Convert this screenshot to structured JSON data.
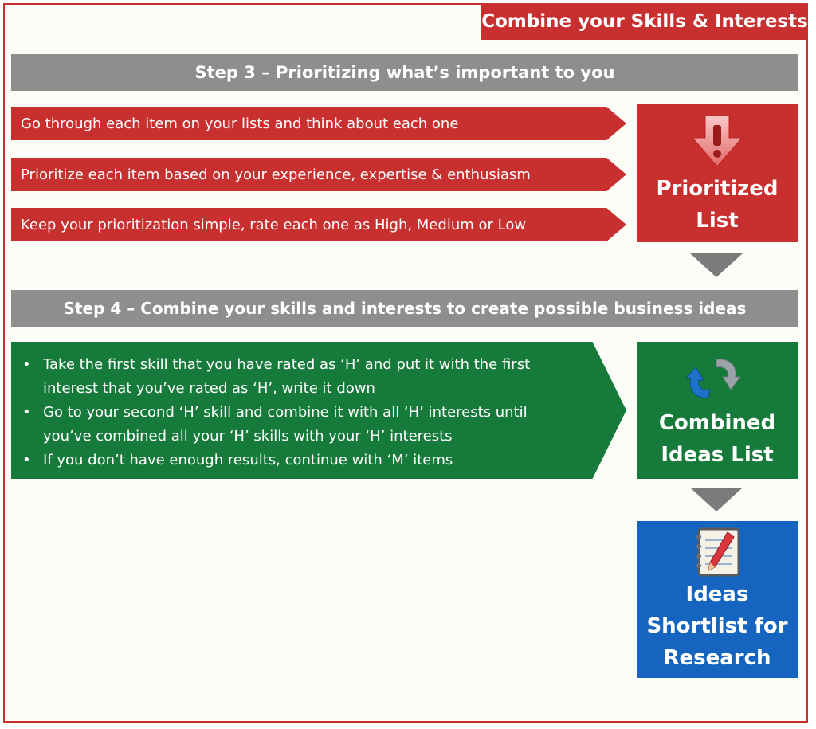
{
  "header": {
    "title": "Combine your Skills & Interests"
  },
  "step3": {
    "title": "Step 3 – Prioritizing what’s important to you",
    "items": [
      "Go through each item on your lists and think about each one",
      "Prioritize each item based on your experience, expertise & enthusiasm",
      "Keep your prioritization simple, rate each one as High, Medium or Low"
    ]
  },
  "step4": {
    "title": "Step 4 – Combine your skills and interests to create possible business ideas",
    "bullets": [
      "Take the first skill that you have rated as ‘H’ and put it with the first interest that you’ve rated as ‘H’, write it down",
      "Go to your second ‘H’ skill and combine it with all ‘H’ interests until you’ve combined all your ‘H’ skills with your ‘H’ interests",
      "If you don’t have enough results, continue with ‘M’ items"
    ]
  },
  "outputs": [
    {
      "label": "Prioritized List",
      "icon": "exclamation-arrow-icon"
    },
    {
      "label": "Combined Ideas List",
      "icon": "recycle-arrows-icon"
    },
    {
      "label": "Ideas Shortlist for Research",
      "icon": "notepad-pencil-icon"
    }
  ],
  "colors": {
    "red": "#c8302f",
    "grey": "#8e8e8e",
    "green": "#157a3a",
    "blue": "#1565c0",
    "connector": "#7b7b7b"
  }
}
